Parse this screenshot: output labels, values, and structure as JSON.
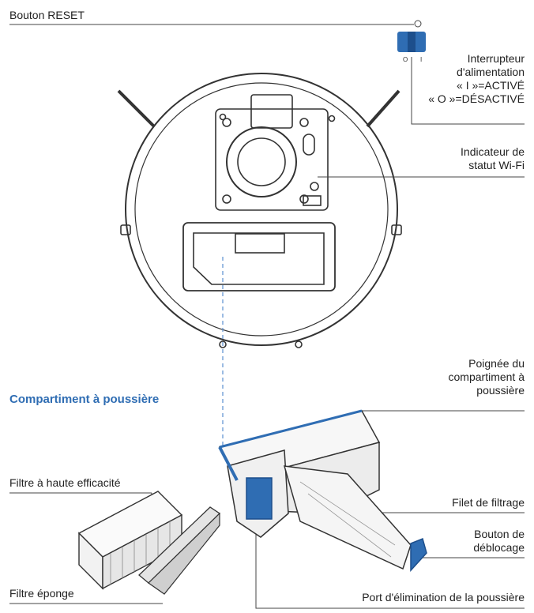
{
  "colors": {
    "accent": "#2f6db3",
    "line": "#444444",
    "dashed": "#5a8fd0"
  },
  "labels": {
    "reset_button": "Bouton RESET",
    "power_switch": [
      "Interrupteur",
      "d'alimentation",
      "« I »=ACTIVÉ",
      "« O »=DÉSACTIVÉ"
    ],
    "wifi_indicator": [
      "Indicateur de",
      "statut Wi-Fi"
    ],
    "dust_bin_handle": [
      "Poignée du",
      "compartiment à",
      "poussière"
    ],
    "hepa_filter": "Filtre à haute efficacité",
    "filter_mesh": "Filet de filtrage",
    "release_button": [
      "Bouton de",
      "déblocage"
    ],
    "sponge_filter": "Filtre éponge",
    "dust_port": "Port d'élimination de la poussière"
  },
  "section": {
    "dust_bin_title": "Compartiment à poussière"
  },
  "switch_marks": {
    "off": "O",
    "on": "I"
  }
}
